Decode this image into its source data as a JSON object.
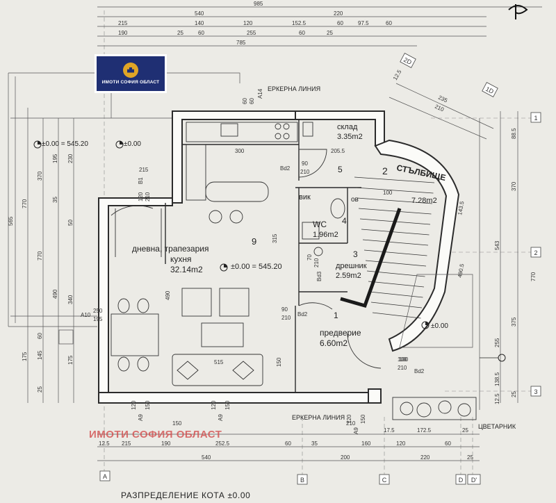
{
  "logo": {
    "text": "ИМОТИ СОФИЯ ОБЛАСТ"
  },
  "watermark": "ИМОТИ СОФИЯ ОБЛАСТ",
  "floor_title": "РАЗПРЕДЕЛЕНИЕ КОТА ±0.00",
  "rooms": {
    "storage": {
      "name": "склад",
      "area": "3.35m2",
      "number": "5"
    },
    "stairs": {
      "name": "СТЪЛБИЩЕ",
      "area": "7.28m2",
      "number": "2"
    },
    "living": {
      "name": "дневна, трапезария",
      "name2": "кухня",
      "area": "32.14m2",
      "number": "9"
    },
    "wc": {
      "name": "WC",
      "area": "1.96m2",
      "number": "4",
      "alt": "вик",
      "shower": "ов"
    },
    "closet": {
      "name": "дрешник",
      "area": "2.59m2",
      "number": "3"
    },
    "hall": {
      "name": "предверие",
      "area": "6.60m2",
      "number": "1"
    }
  },
  "levels": {
    "living": "±0.00 = 545.20",
    "outside1": "±0.00 = 545.20",
    "outside2": "±0.00",
    "entrance": "±0.00"
  },
  "labels": {
    "bay_line_top": "ЕРКЕРНА ЛИНИЯ",
    "bay_line_bottom": "ЕРКЕРНА ЛИНИЯ",
    "flowerbed": "ЦВЕТАРНИК"
  },
  "axes": {
    "bottom": [
      "A",
      "B",
      "C",
      "D",
      "D'"
    ],
    "right": [
      "1",
      "2",
      "3"
    ],
    "top_angled": [
      "2D",
      "1D"
    ]
  },
  "dimensions": {
    "top_row1": [
      "985"
    ],
    "top_row2": [
      "540",
      "220"
    ],
    "top_row3": [
      "215",
      "140",
      "120",
      "152.5",
      "60",
      "97.5",
      "60"
    ],
    "top_row4": [
      "190",
      "25",
      "60",
      "255",
      "60",
      "25"
    ],
    "top_row5": [
      "785"
    ],
    "bottom_row1": [
      "150",
      "210",
      "172.5",
      "17.5",
      "25"
    ],
    "bottom_row2": [
      "12.5",
      "215",
      "190",
      "252.5",
      "60",
      "35",
      "160",
      "120",
      "60"
    ],
    "bottom_row3": [
      "540",
      "200",
      "220",
      "25"
    ],
    "left_vertical": [
      "565",
      "770",
      "370",
      "195",
      "230",
      "35",
      "50",
      "770",
      "490",
      "340",
      "175",
      "145",
      "175",
      "25",
      "60"
    ],
    "right_vertical": [
      "88.5",
      "370",
      "543",
      "770",
      "375",
      "255",
      "138.5",
      "25",
      "12.5"
    ],
    "interior": [
      "300",
      "205.5",
      "215",
      "315",
      "490",
      "515",
      "150",
      "100",
      "100",
      "143.5",
      "490.5",
      "235",
      "210",
      "12.5"
    ]
  },
  "door_tags": {
    "bd2_top": [
      "90",
      "210",
      "Bd2"
    ],
    "b1": [
      "B1",
      "210",
      "120"
    ],
    "bd2_mid": [
      "90",
      "210",
      "Bd2"
    ],
    "bd2_bottom": [
      "100",
      "210",
      "Bd2"
    ],
    "bd3": [
      "70",
      "210",
      "Bd3"
    ],
    "a10": [
      "A10",
      "250",
      "195"
    ],
    "a14": [
      "A14",
      "60",
      "60"
    ],
    "a9_left": [
      "A9",
      "120",
      "150"
    ],
    "a9_mid": [
      "A9",
      "120",
      "150"
    ],
    "a9_right": [
      "A9",
      "120",
      "150"
    ]
  },
  "colors": {
    "wall": "#2b2b2b",
    "paper": "#ecebe6",
    "logo_bg": "#1f2f73",
    "logo_emblem": "#e0a526",
    "watermark": "#d24a4a"
  }
}
